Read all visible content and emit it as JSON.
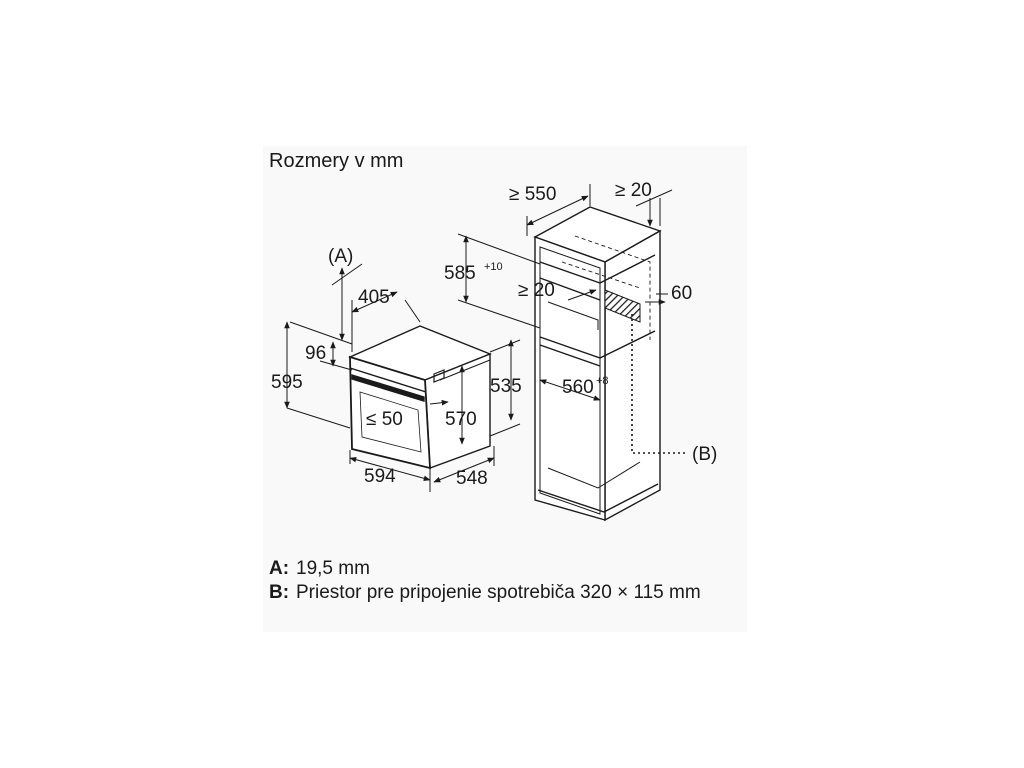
{
  "title": "Rozmery v mm",
  "oven_labels": {
    "callout_a": "(A)",
    "depth_top": "405",
    "panel_height": "96",
    "total_height": "595",
    "handle_gap": "≤ 50",
    "body_height": "570",
    "side_height": "535",
    "width": "594",
    "depth": "548"
  },
  "cabinet_labels": {
    "min_depth": "≥ 550",
    "min_gap_top": "≥ 20",
    "niche_height": "585",
    "niche_height_tol": "+10",
    "min_gap": "≥ 20",
    "side_cut": "60",
    "niche_width": "560",
    "niche_width_tol": "+8",
    "callout_b": "(B)"
  },
  "legend": [
    {
      "key": "A:",
      "text": "19,5 mm"
    },
    {
      "key": "B:",
      "text": "Priestor pre pripojenie spotrebiča 320 × 115 mm"
    }
  ]
}
